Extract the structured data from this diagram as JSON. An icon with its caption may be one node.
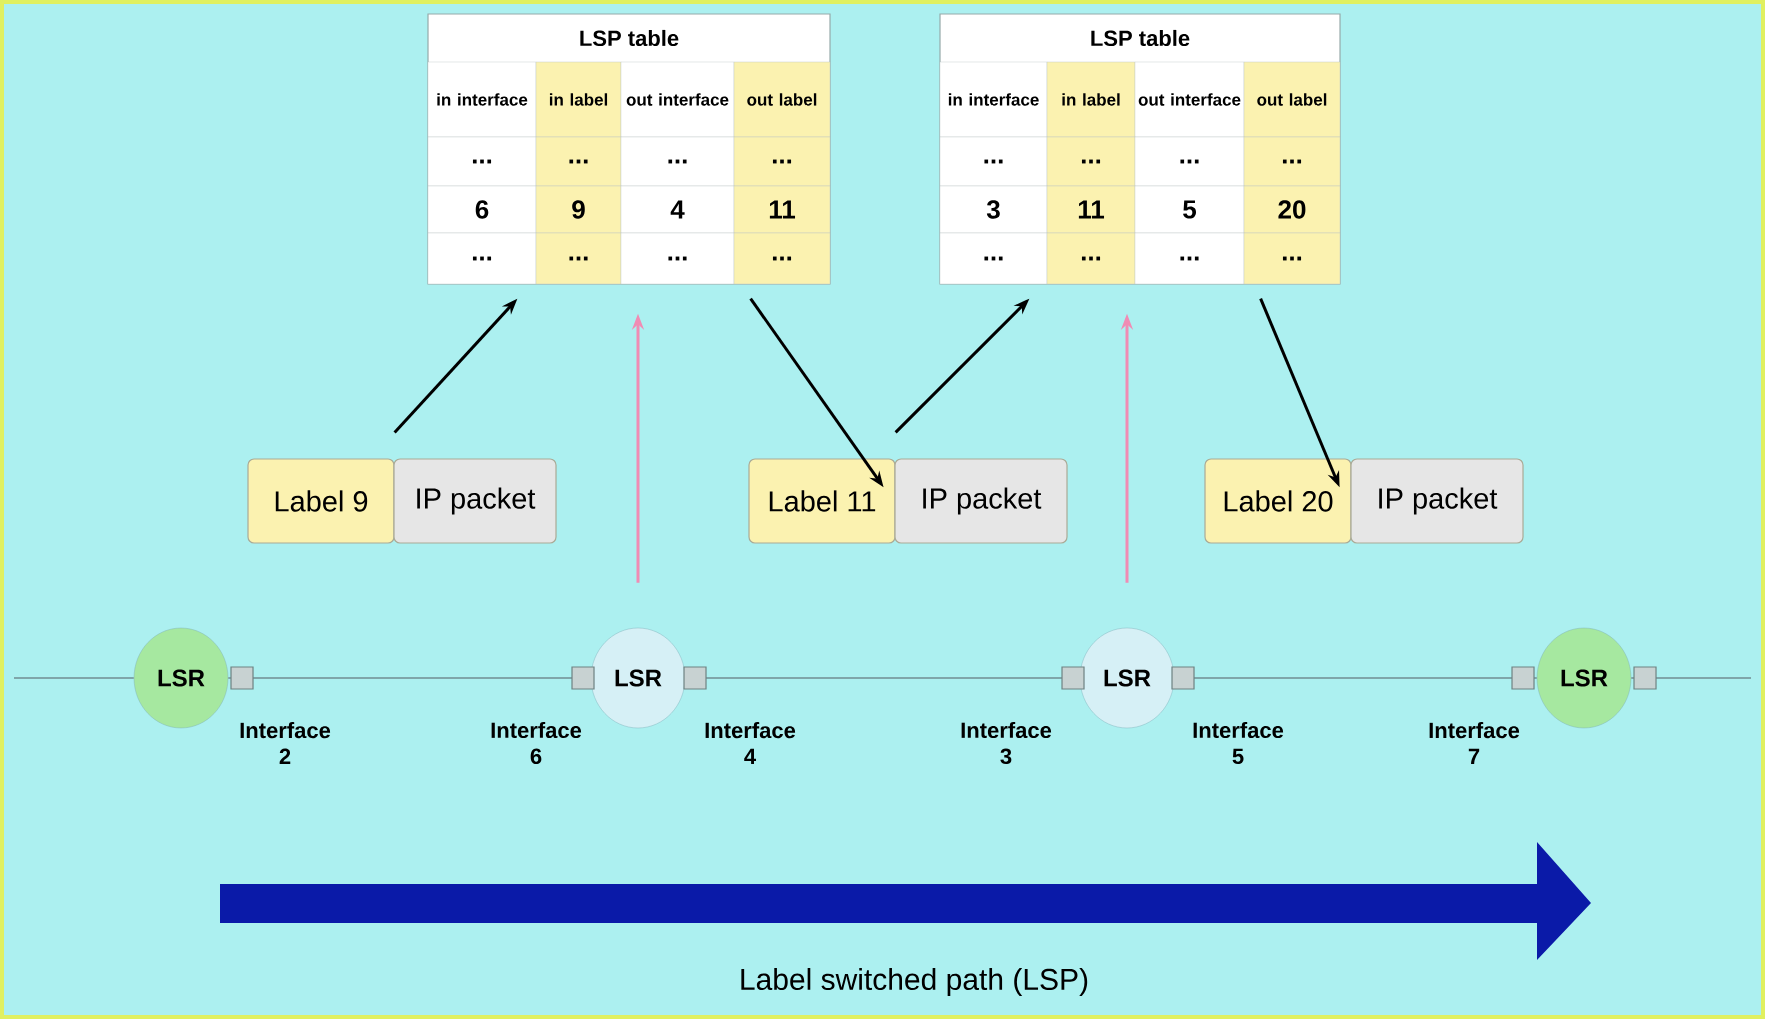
{
  "diagram": {
    "nodes": [
      {
        "text": [
          "LSP table"
        ]
      },
      {
        "text": [
          "in interface"
        ],
        "in": 0
      },
      {
        "text": [
          "in label"
        ],
        "in": 0
      },
      {
        "text": [
          "out interface"
        ],
        "in": 0
      },
      {
        "text": [
          "out label"
        ],
        "in": 0
      },
      {
        "text": [
          "..."
        ],
        "in": 0
      },
      {
        "text": [
          "..."
        ],
        "in": 0
      },
      {
        "text": [
          "..."
        ],
        "in": 0
      },
      {
        "text": [
          "..."
        ],
        "in": 0
      },
      {
        "text": [
          "6"
        ],
        "in": 0
      },
      {
        "text": [
          "9"
        ],
        "in": 0
      },
      {
        "text": [
          "4"
        ],
        "in": 0
      },
      {
        "text": [
          "11"
        ],
        "in": 0
      },
      {
        "text": [
          "..."
        ],
        "in": 0
      },
      {
        "text": [
          "..."
        ],
        "in": 0
      },
      {
        "text": [
          "..."
        ],
        "in": 0
      },
      {
        "text": [
          "..."
        ],
        "in": 0
      },
      {
        "text": [
          "LSP table"
        ]
      },
      {
        "text": [
          "in interface"
        ],
        "in": 17
      },
      {
        "text": [
          "in label"
        ],
        "in": 17
      },
      {
        "text": [
          "out interface"
        ],
        "in": 17
      },
      {
        "text": [
          "out label"
        ],
        "in": 17
      },
      {
        "text": [
          "..."
        ],
        "in": 17
      },
      {
        "text": [
          "..."
        ],
        "in": 17
      },
      {
        "text": [
          "..."
        ],
        "in": 17
      },
      {
        "text": [
          "..."
        ],
        "in": 17
      },
      {
        "text": [
          "3"
        ],
        "in": 17
      },
      {
        "text": [
          "11"
        ],
        "in": 17
      },
      {
        "text": [
          "5"
        ],
        "in": 17
      },
      {
        "text": [
          "20"
        ],
        "in": 17
      },
      {
        "text": [
          "..."
        ],
        "in": 17
      },
      {
        "text": [
          "..."
        ],
        "in": 17
      },
      {
        "text": [
          "..."
        ],
        "in": 17
      },
      {
        "text": [
          "..."
        ],
        "in": 17
      },
      {
        "text": [
          "Label 9"
        ]
      },
      {
        "text": [
          "IP packet"
        ]
      },
      {
        "text": [
          "Label 11"
        ]
      },
      {
        "text": [
          "IP packet"
        ]
      },
      {
        "text": [
          "Label 20"
        ]
      },
      {
        "text": [
          "IP packet"
        ]
      },
      {
        "text": [
          "LSR"
        ]
      },
      {
        "text": [
          "LSR"
        ]
      },
      {
        "text": [
          "LSR"
        ]
      },
      {
        "text": [
          "LSR"
        ]
      }
    ],
    "edges": [
      {
        "from": 34,
        "to": 0,
        "arrow": "to",
        "color": "#000000"
      },
      {
        "from": 0,
        "to": 36,
        "arrow": "to",
        "color": "#000000"
      },
      {
        "from": 36,
        "to": 17,
        "arrow": "to",
        "color": "#000000"
      },
      {
        "from": 17,
        "to": 38,
        "arrow": "to",
        "color": "#000000"
      },
      {
        "from": 41,
        "to": 0,
        "arrow": "to",
        "color": "#f08cb4"
      },
      {
        "from": 42,
        "to": 17,
        "arrow": "to",
        "color": "#f08cb4"
      },
      {
        "from": null,
        "to": 40,
        "arrow": "none"
      },
      {
        "from": 40,
        "to": 41,
        "arrow": "none"
      },
      {
        "from": 41,
        "to": 42,
        "arrow": "none"
      },
      {
        "from": 42,
        "to": 43,
        "arrow": "none"
      },
      {
        "from": 43,
        "to": null,
        "arrow": "none"
      }
    ],
    "labels": [
      "Interface 2",
      "Interface 6",
      "Interface 4",
      "Interface 3",
      "Interface 5",
      "Interface 7",
      "Label switched path (LSP)"
    ]
  }
}
